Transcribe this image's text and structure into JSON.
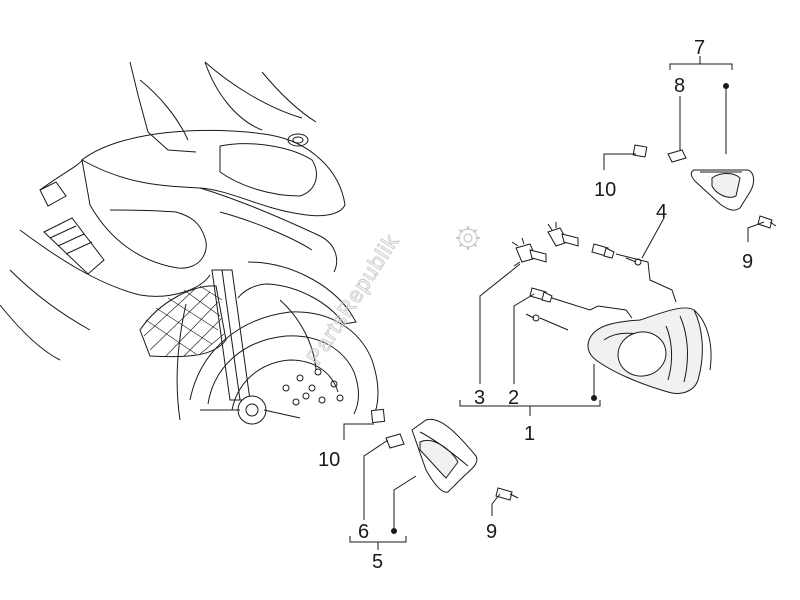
{
  "callouts": {
    "c1": "1",
    "c2": "2",
    "c3": "3",
    "c4": "4",
    "c5": "5",
    "c6": "6",
    "c7": "7",
    "c8": "8",
    "c9a": "9",
    "c9b": "9",
    "c10a": "10",
    "c10b": "10"
  },
  "watermark": "PartsRepublik",
  "icons": {
    "watermark_gear": "gear-icon"
  },
  "colors": {
    "line": "#1a1a1a",
    "background": "#ffffff",
    "watermark": "#c9c9c9"
  }
}
